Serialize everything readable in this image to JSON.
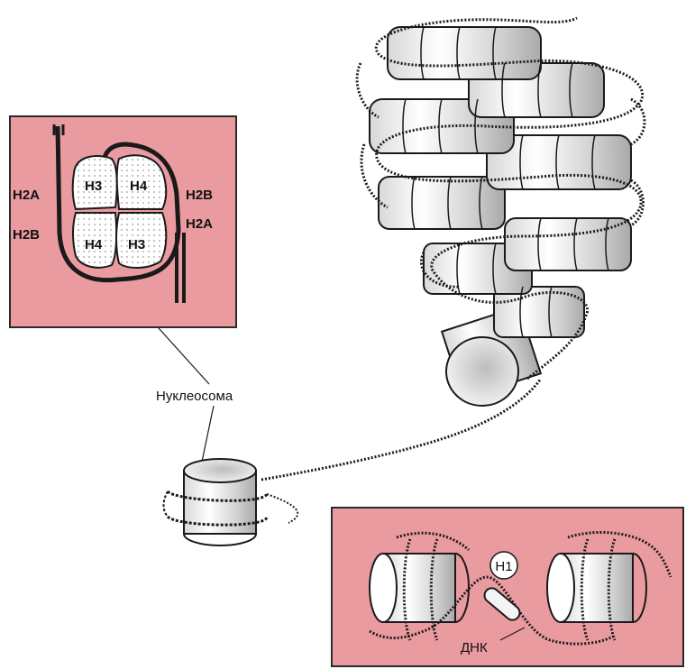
{
  "labels": {
    "nucleosome": "Нуклеосома",
    "dna": "ДНК",
    "h1": "H1"
  },
  "histones": {
    "h2a_left": "H2A",
    "h2b_left": "H2B",
    "h3_top": "H3",
    "h4_top": "H4",
    "h4_bottom": "H4",
    "h3_bottom": "H3",
    "h2b_right": "H2B",
    "h2a_right": "H2A"
  },
  "colors": {
    "panel_fill": "#ea9ba0",
    "panel_border": "#2a2a2a",
    "ink": "#1a1a1a",
    "cylinder_body": "#f2f2f2",
    "cylinder_shade": "#bdbdbd"
  }
}
